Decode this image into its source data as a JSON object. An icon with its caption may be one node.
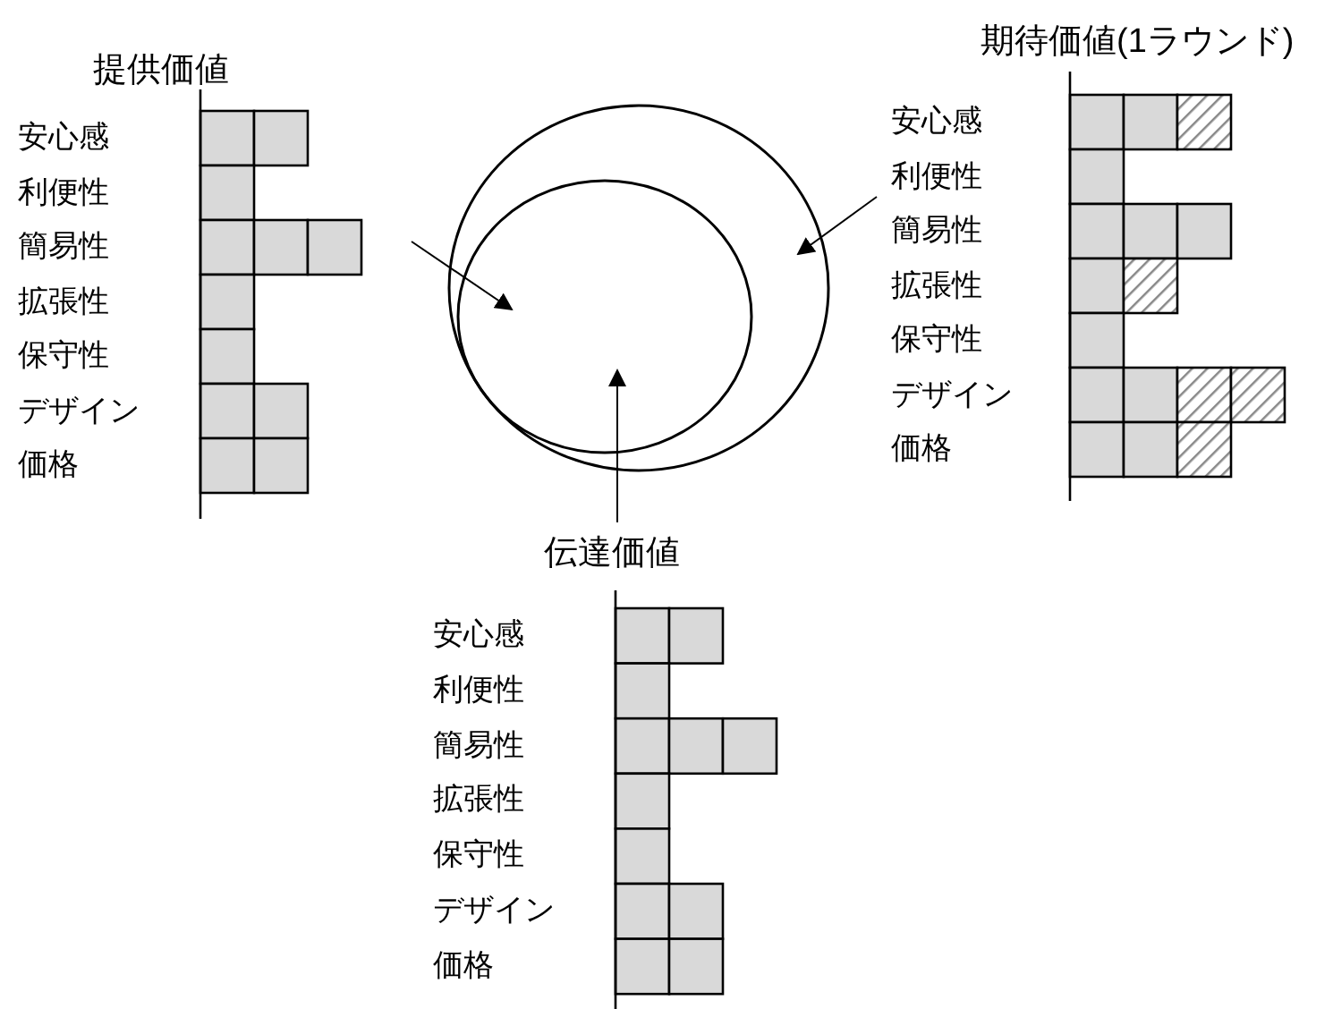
{
  "diagram": {
    "nodes": [
      {
        "text": [
          "提供価値",
          "安心感",
          "利便性",
          "簡易性",
          "拡張性",
          "保守性",
          "デザイン",
          "価格"
        ]
      },
      {
        "text": [],
        "shape": "circle"
      },
      {
        "text": [],
        "shape": "circle",
        "in": 1
      },
      {
        "text": [
          "期待価値(1ラウンド)",
          "安心感",
          "利便性",
          "簡易性",
          "拡張性",
          "保守性",
          "デザイン",
          "価格"
        ]
      },
      {
        "text": [
          "伝達価値",
          "安心感",
          "利便性",
          "簡易性",
          "拡張性",
          "保守性",
          "デザイン",
          "価格"
        ]
      }
    ],
    "edges": [
      {
        "from": 0,
        "to": 2,
        "arrow": "to"
      },
      {
        "from": 3,
        "to": 1,
        "arrow": "to"
      },
      {
        "from": 4,
        "to": 2,
        "arrow": "to"
      }
    ]
  }
}
